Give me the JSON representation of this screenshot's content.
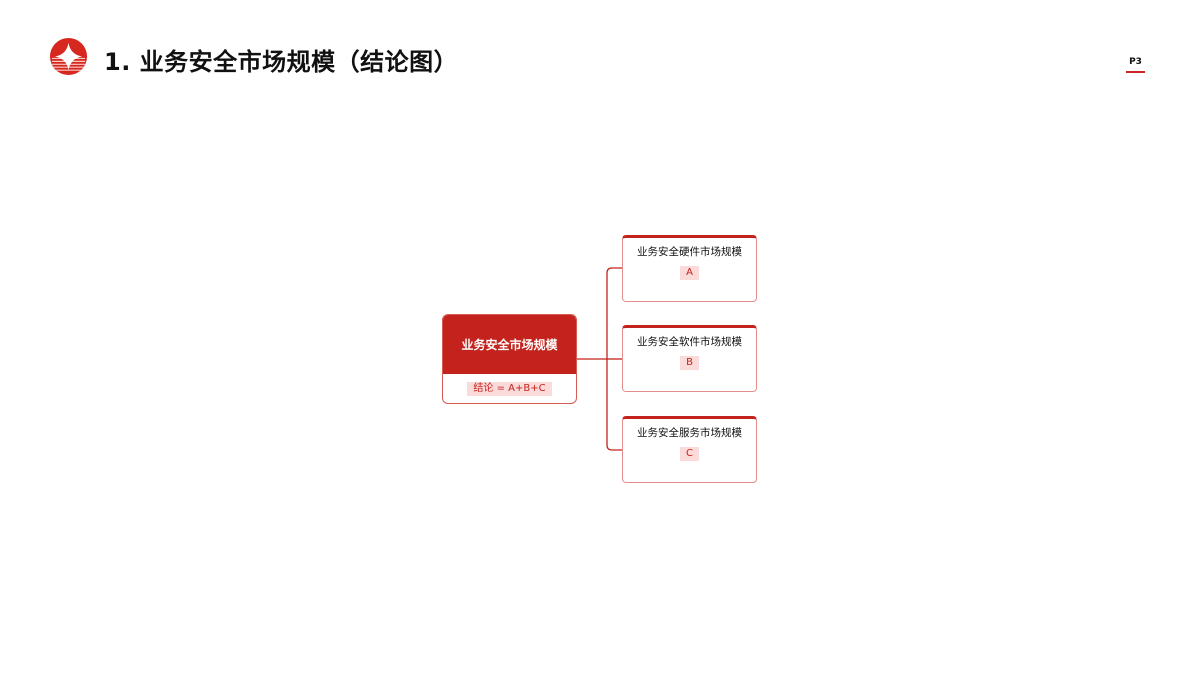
{
  "header": {
    "title": "1.  业务安全市场规模（结论图）",
    "page_number": "P3",
    "accent_color": "#c3231c",
    "logo_icon": "red-circle-diamond-logo"
  },
  "diagram": {
    "root": {
      "label": "业务安全市场规模",
      "formula": "结论 = A+B+C"
    },
    "children": [
      {
        "label": "业务安全硬件市场规模",
        "tag": "A"
      },
      {
        "label": "业务安全软件市场规模",
        "tag": "B"
      },
      {
        "label": "业务安全服务市场规模",
        "tag": "C"
      }
    ]
  }
}
